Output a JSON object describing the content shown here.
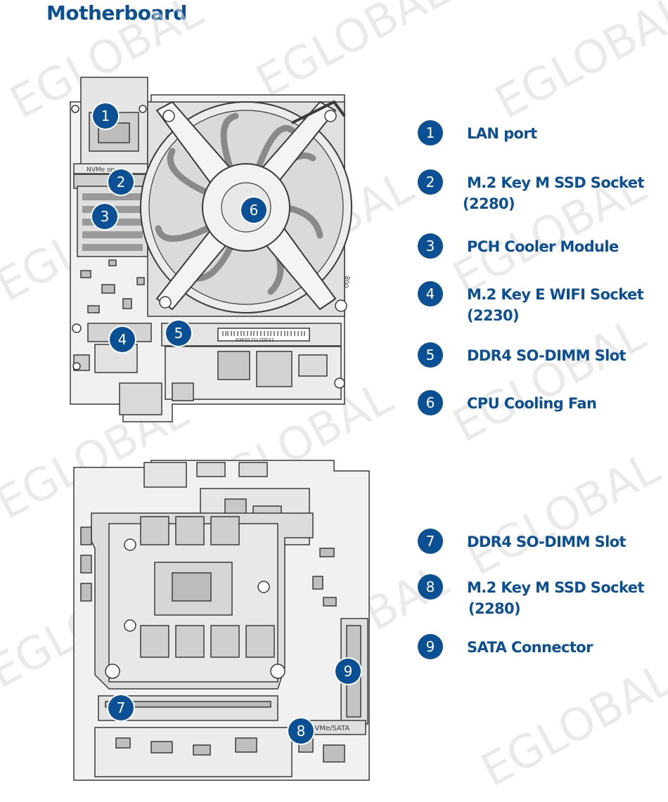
{
  "title": "Motherboard",
  "watermark": "EGLOBAL",
  "board_labels": {
    "nvme_label": "NVMe on",
    "ram_sticker": "03KQS21LSDD31",
    "nvme_sata": "NVMe/SATA",
    "fan_code": "008"
  },
  "callouts": [
    "1",
    "2",
    "3",
    "4",
    "5",
    "6",
    "7",
    "8",
    "9"
  ],
  "legend": [
    {
      "number": "1",
      "label": "LAN port",
      "sub": ""
    },
    {
      "number": "2",
      "label": "M.2 Key M SSD Socket",
      "sub": "(2280)"
    },
    {
      "number": "3",
      "label": "PCH Cooler Module",
      "sub": ""
    },
    {
      "number": "4",
      "label": "M.2 Key E WIFI Socket",
      "sub": "(2230)"
    },
    {
      "number": "5",
      "label": "DDR4 SO-DIMM Slot",
      "sub": ""
    },
    {
      "number": "6",
      "label": "CPU Cooling Fan",
      "sub": ""
    },
    {
      "number": "7",
      "label": "DDR4 SO-DIMM Slot",
      "sub": ""
    },
    {
      "number": "8",
      "label": "M.2 Key M SSD Socket",
      "sub": "(2280)"
    },
    {
      "number": "9",
      "label": "SATA Connector",
      "sub": ""
    }
  ],
  "colors": {
    "brand_blue": "#0b4f94",
    "line": "#3a3a3a",
    "board_fill": "#f1f1f1",
    "watermark": "#d9d9d9"
  }
}
